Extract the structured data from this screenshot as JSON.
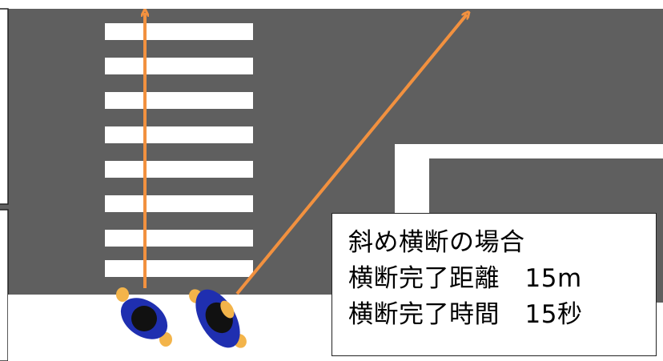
{
  "info": {
    "line1": "斜め横断の場合",
    "line2": "横断完了距離　15m",
    "line3": "横断完了時間　15秒"
  },
  "colors": {
    "road": "#5f5f5f",
    "marking": "#ffffff",
    "arrow": "#f2913f",
    "pedestrian_body": "#1f2fb0",
    "pedestrian_head": "#111111",
    "pedestrian_skin": "#f3b44a"
  }
}
